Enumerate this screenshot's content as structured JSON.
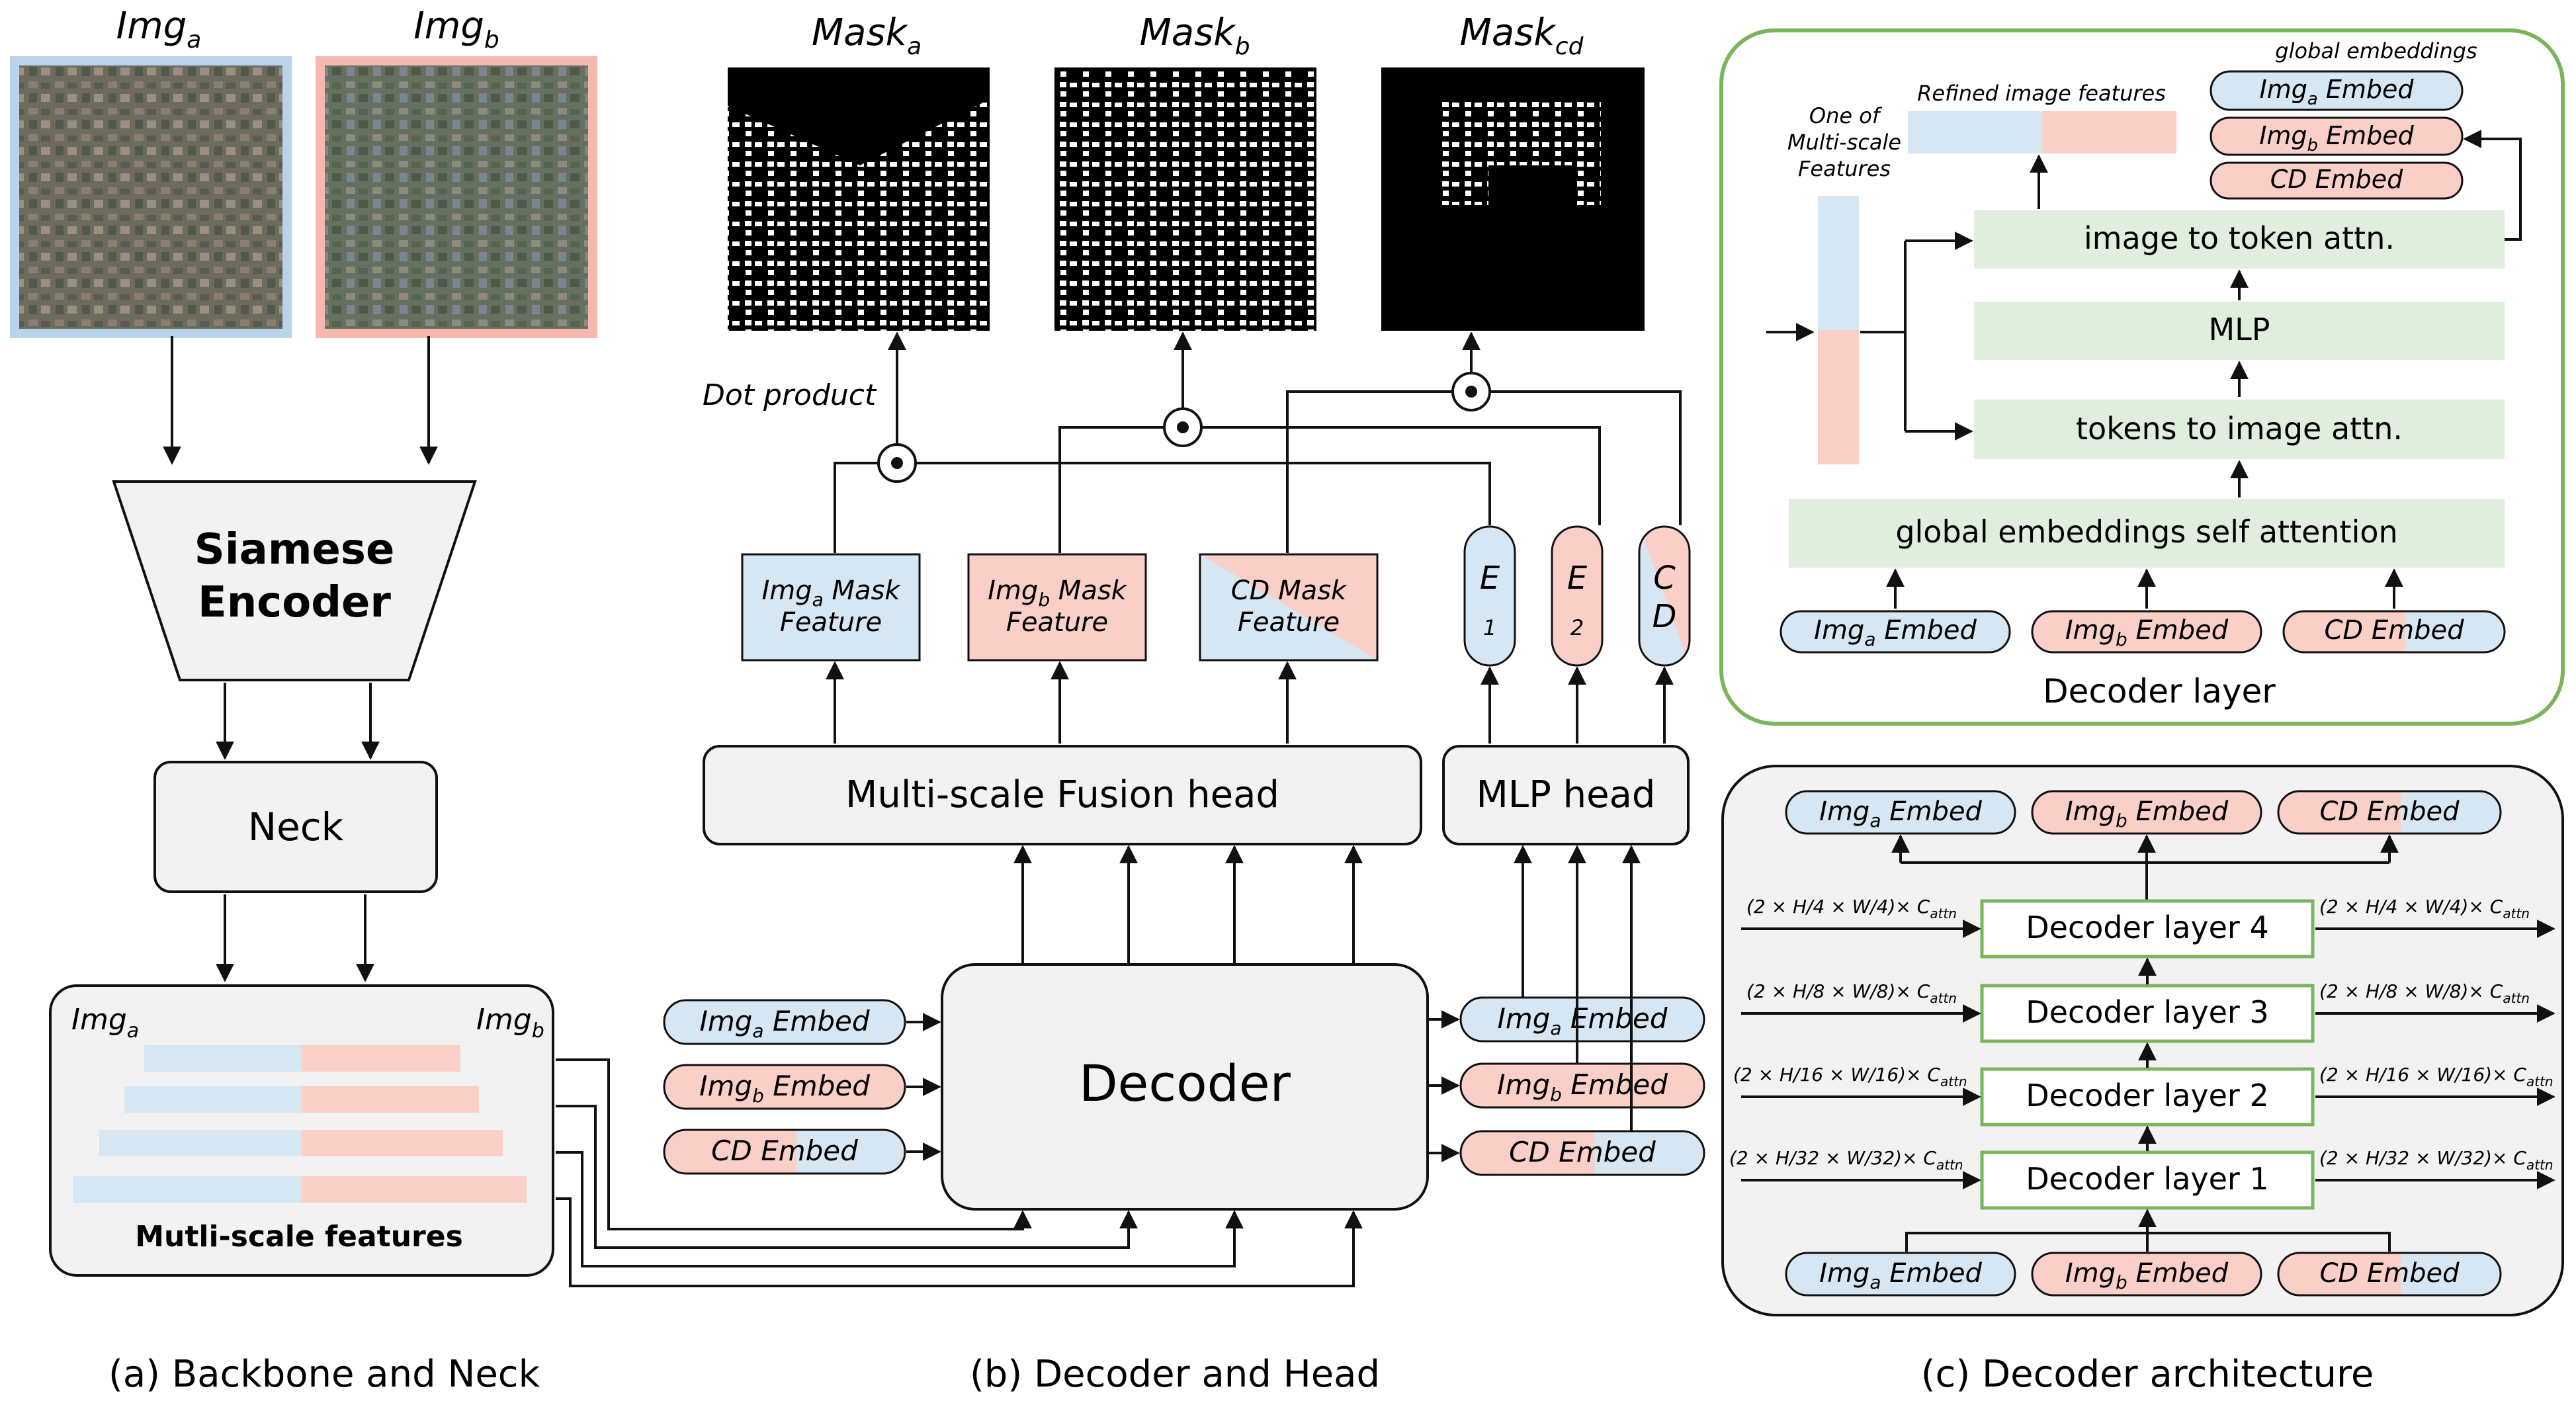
{
  "colors": {
    "blue": "#d6e6f3",
    "pink": "#f9cfc8",
    "gray": "#f2f2f2",
    "green_fill": "#dfeedd",
    "green_stroke": "#7ab55c",
    "border": "#111111"
  },
  "panel_a": {
    "img_a_title": "Img",
    "img_a_sub": "a",
    "img_b_title": "Img",
    "img_b_sub": "b",
    "encoder_line1": "Siamese",
    "encoder_line2": "Encoder",
    "neck": "Neck",
    "features_label_a": "Img",
    "features_label_a_sub": "a",
    "features_label_b": "Img",
    "features_label_b_sub": "b",
    "features_caption": "Mutli-scale features",
    "caption": "(a)  Backbone and Neck"
  },
  "panel_b": {
    "mask_a": "Mask",
    "mask_a_sub": "a",
    "mask_b": "Mask",
    "mask_b_sub": "b",
    "mask_cd": "Mask",
    "mask_cd_sub": "cd",
    "dot_product": "Dot product",
    "feat_a_line1": "Img",
    "feat_a_line1_sub": "a",
    "feat_a_line1_rest": " Mask",
    "feat_a_line2": "Feature",
    "feat_b_line1": "Img",
    "feat_b_line1_sub": "b",
    "feat_b_line1_rest": " Mask",
    "feat_b_line2": "Feature",
    "feat_cd_line1": "CD Mask",
    "feat_cd_line2": "Feature",
    "token_e1_top": "E",
    "token_e1_bot": "1",
    "token_e2_top": "E",
    "token_e2_bot": "2",
    "token_cd_top": "C",
    "token_cd_bot": "D",
    "fusion_head": "Multi-scale Fusion head",
    "mlp_head": "MLP head",
    "decoder": "Decoder",
    "embed_a": "Img",
    "embed_a_sub": "a",
    "embed_rest": " Embed",
    "embed_b": "Img",
    "embed_b_sub": "b",
    "embed_cd": "CD Embed",
    "caption": "(b) Decoder and Head"
  },
  "panel_c": {
    "layer_title": "Decoder layer",
    "global_embeddings": "global embeddings",
    "refined_features": "Refined image features",
    "one_of_line1": "One of",
    "one_of_line2": "Multi-scale",
    "one_of_line3": "Features",
    "img_to_token": "image to token attn.",
    "mlp": "MLP",
    "tokens_to_image": "tokens to image attn.",
    "global_self_attn": "global embeddings self attention",
    "layer4": "Decoder layer 4",
    "layer3": "Decoder layer 3",
    "layer2": "Decoder layer 2",
    "layer1": "Decoder layer 1",
    "dim4": "(2 × H/4 × W/4)× C",
    "dim3": "(2 × H/8 × W/8)× C",
    "dim2": "(2 × H/16 × W/16)× C",
    "dim1": "(2 × H/32 × W/32)× C",
    "dim_sub": "attn",
    "caption": "(c) Decoder architecture"
  }
}
